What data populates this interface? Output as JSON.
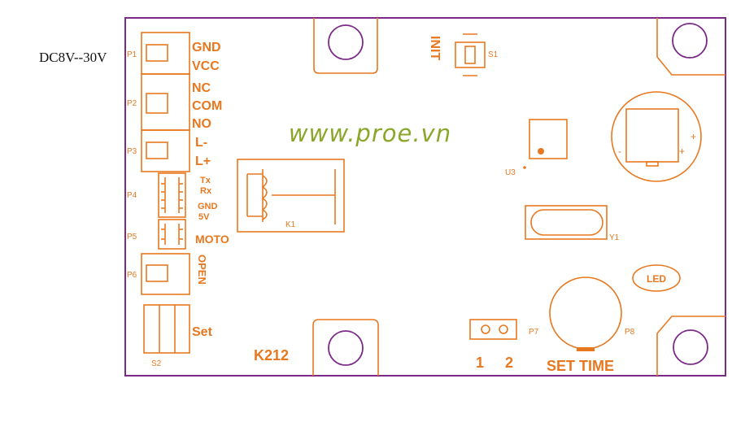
{
  "supply_note": "DC8V--30V",
  "watermark": "www.proe.vn",
  "colors": {
    "silkscreen": "#e8781f",
    "board_outline": "#7a2b86",
    "watermark": "#8aa62b",
    "text": "#111111"
  },
  "connectors": {
    "p1": {
      "ref": "P1",
      "pins": [
        "GND",
        "VCC"
      ]
    },
    "p2": {
      "ref": "P2",
      "pins": [
        "NC",
        "COM",
        "NO"
      ]
    },
    "p3": {
      "ref": "P3",
      "pins": [
        "L-",
        "L+"
      ]
    },
    "p4": {
      "ref": "P4",
      "pins": [
        "Tx",
        "Rx",
        "GND",
        "5V"
      ]
    },
    "p5": {
      "ref": "P5",
      "label": "MOTO"
    },
    "p6": {
      "ref": "P6",
      "label": "OPEN"
    },
    "p7": {
      "ref": "P7",
      "pin1": "1",
      "pin2": "2"
    },
    "p8": {
      "ref": "P8",
      "label": "SET TIME"
    }
  },
  "components": {
    "s1": {
      "ref": "S1",
      "label": "INIT"
    },
    "s2": {
      "ref": "S2",
      "label": "Set"
    },
    "k1": {
      "ref": "K1"
    },
    "u3": {
      "ref": "U3"
    },
    "y1": {
      "ref": "Y1"
    },
    "led": {
      "label": "LED"
    },
    "buzzer_plus_1": "+",
    "buzzer_plus_2": "+",
    "buzzer_minus": "-"
  },
  "board_name": "K212"
}
